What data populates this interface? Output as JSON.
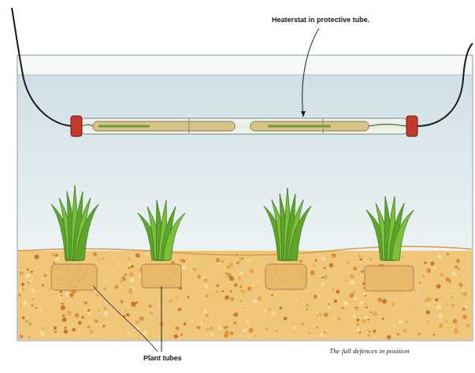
{
  "diagram": {
    "caption": "The full defences in position",
    "labels": [
      "Heaterstat in protective tube.",
      "Plant tubes"
    ]
  }
}
